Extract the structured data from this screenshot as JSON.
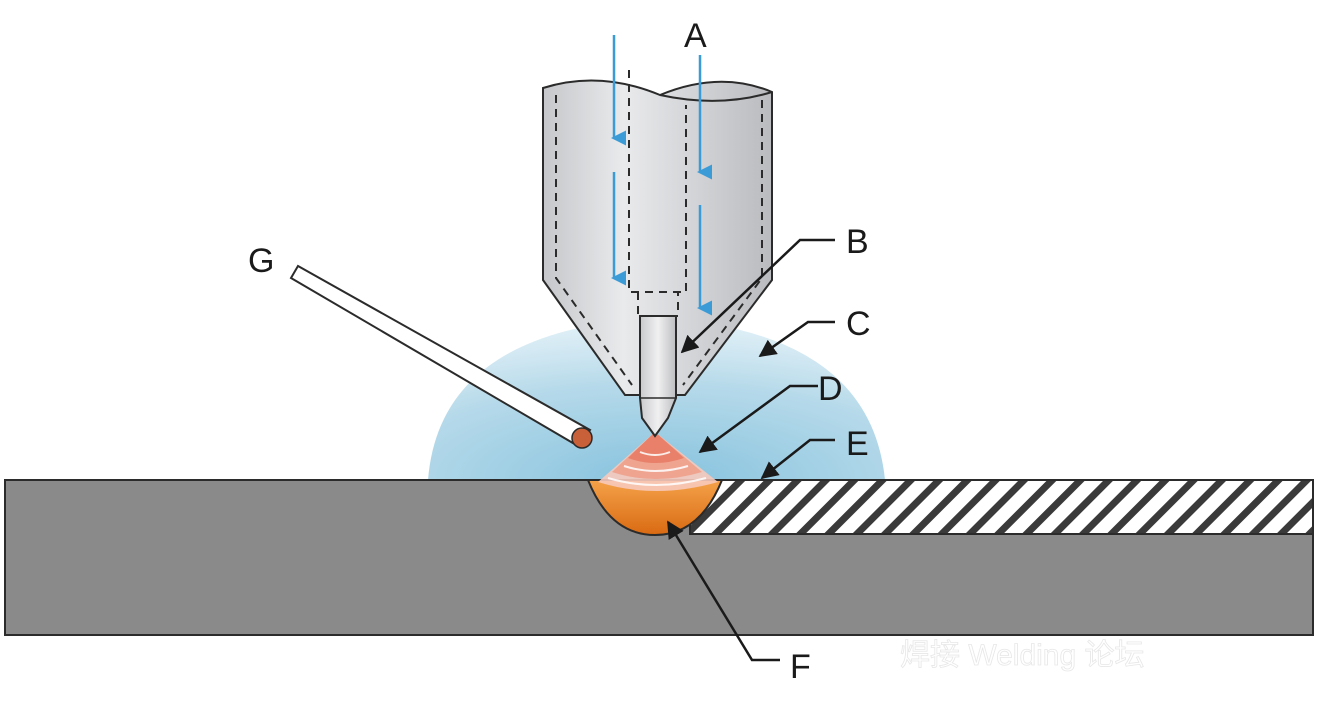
{
  "labels": {
    "a": "A",
    "b": "B",
    "c": "C",
    "d": "D",
    "e": "E",
    "f": "F",
    "g": "G"
  },
  "watermark": "焊接 Welding 论坛",
  "colors": {
    "background": "#ffffff",
    "workpiece": "#8a8a8a",
    "outline": "#2b2b2b",
    "torch_body": "#d3d5d8",
    "gas_shield": "#a9d3e6",
    "flow_arrow": "#3b9bd6",
    "arc": "#e8806a",
    "weld_pool": "#e07d1f",
    "filler_tip": "#c8613a",
    "hatch_fill": "#ffffff"
  },
  "icons": {
    "flow": "down-arrow-icon",
    "pointer": "leader-line-icon"
  }
}
